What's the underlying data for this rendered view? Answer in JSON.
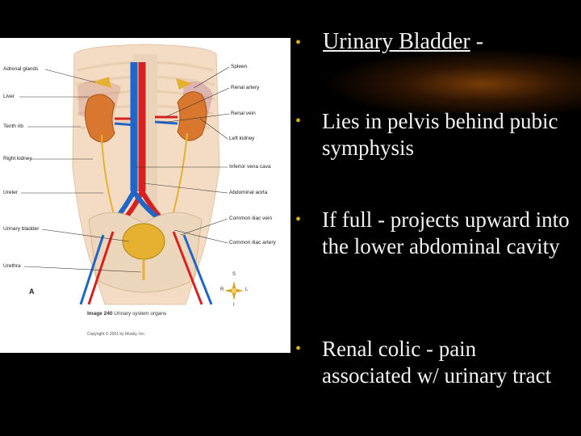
{
  "slide": {
    "title": "Urinary Bladder",
    "title_suffix": "-",
    "bullet_glyph": "•",
    "bullets": [
      "Lies in pelvis behind pubic symphysis",
      "If full - projects upward into the lower abdominal cavity",
      "Renal colic - pain associated w/ urinary tract"
    ]
  },
  "figure": {
    "left_labels": [
      "Adrenal glands",
      "Liver",
      "Tenth rib",
      "Right kidney",
      "Ureter",
      "Urinary bladder",
      "Urethra"
    ],
    "right_labels": [
      "Spleen",
      "Renal artery",
      "Renal vein",
      "Left kidney",
      "Inferior vena cava",
      "Abdominal aorta",
      "Common iliac vein",
      "Common iliac artery"
    ],
    "panel_letter": "A",
    "caption_number": "Image 240",
    "caption_text": "Urinary system organs",
    "copyright": "Copyright © 2001 by Mosby, Inc.",
    "compass": {
      "top": "S",
      "left": "R",
      "right": "L",
      "bottom": "I"
    }
  },
  "colors": {
    "background": "#000000",
    "text": "#f2f2f2",
    "bullet": "#e0b000",
    "kidney": "#d9772e",
    "artery": "#d82020",
    "vein": "#1f66c9"
  }
}
